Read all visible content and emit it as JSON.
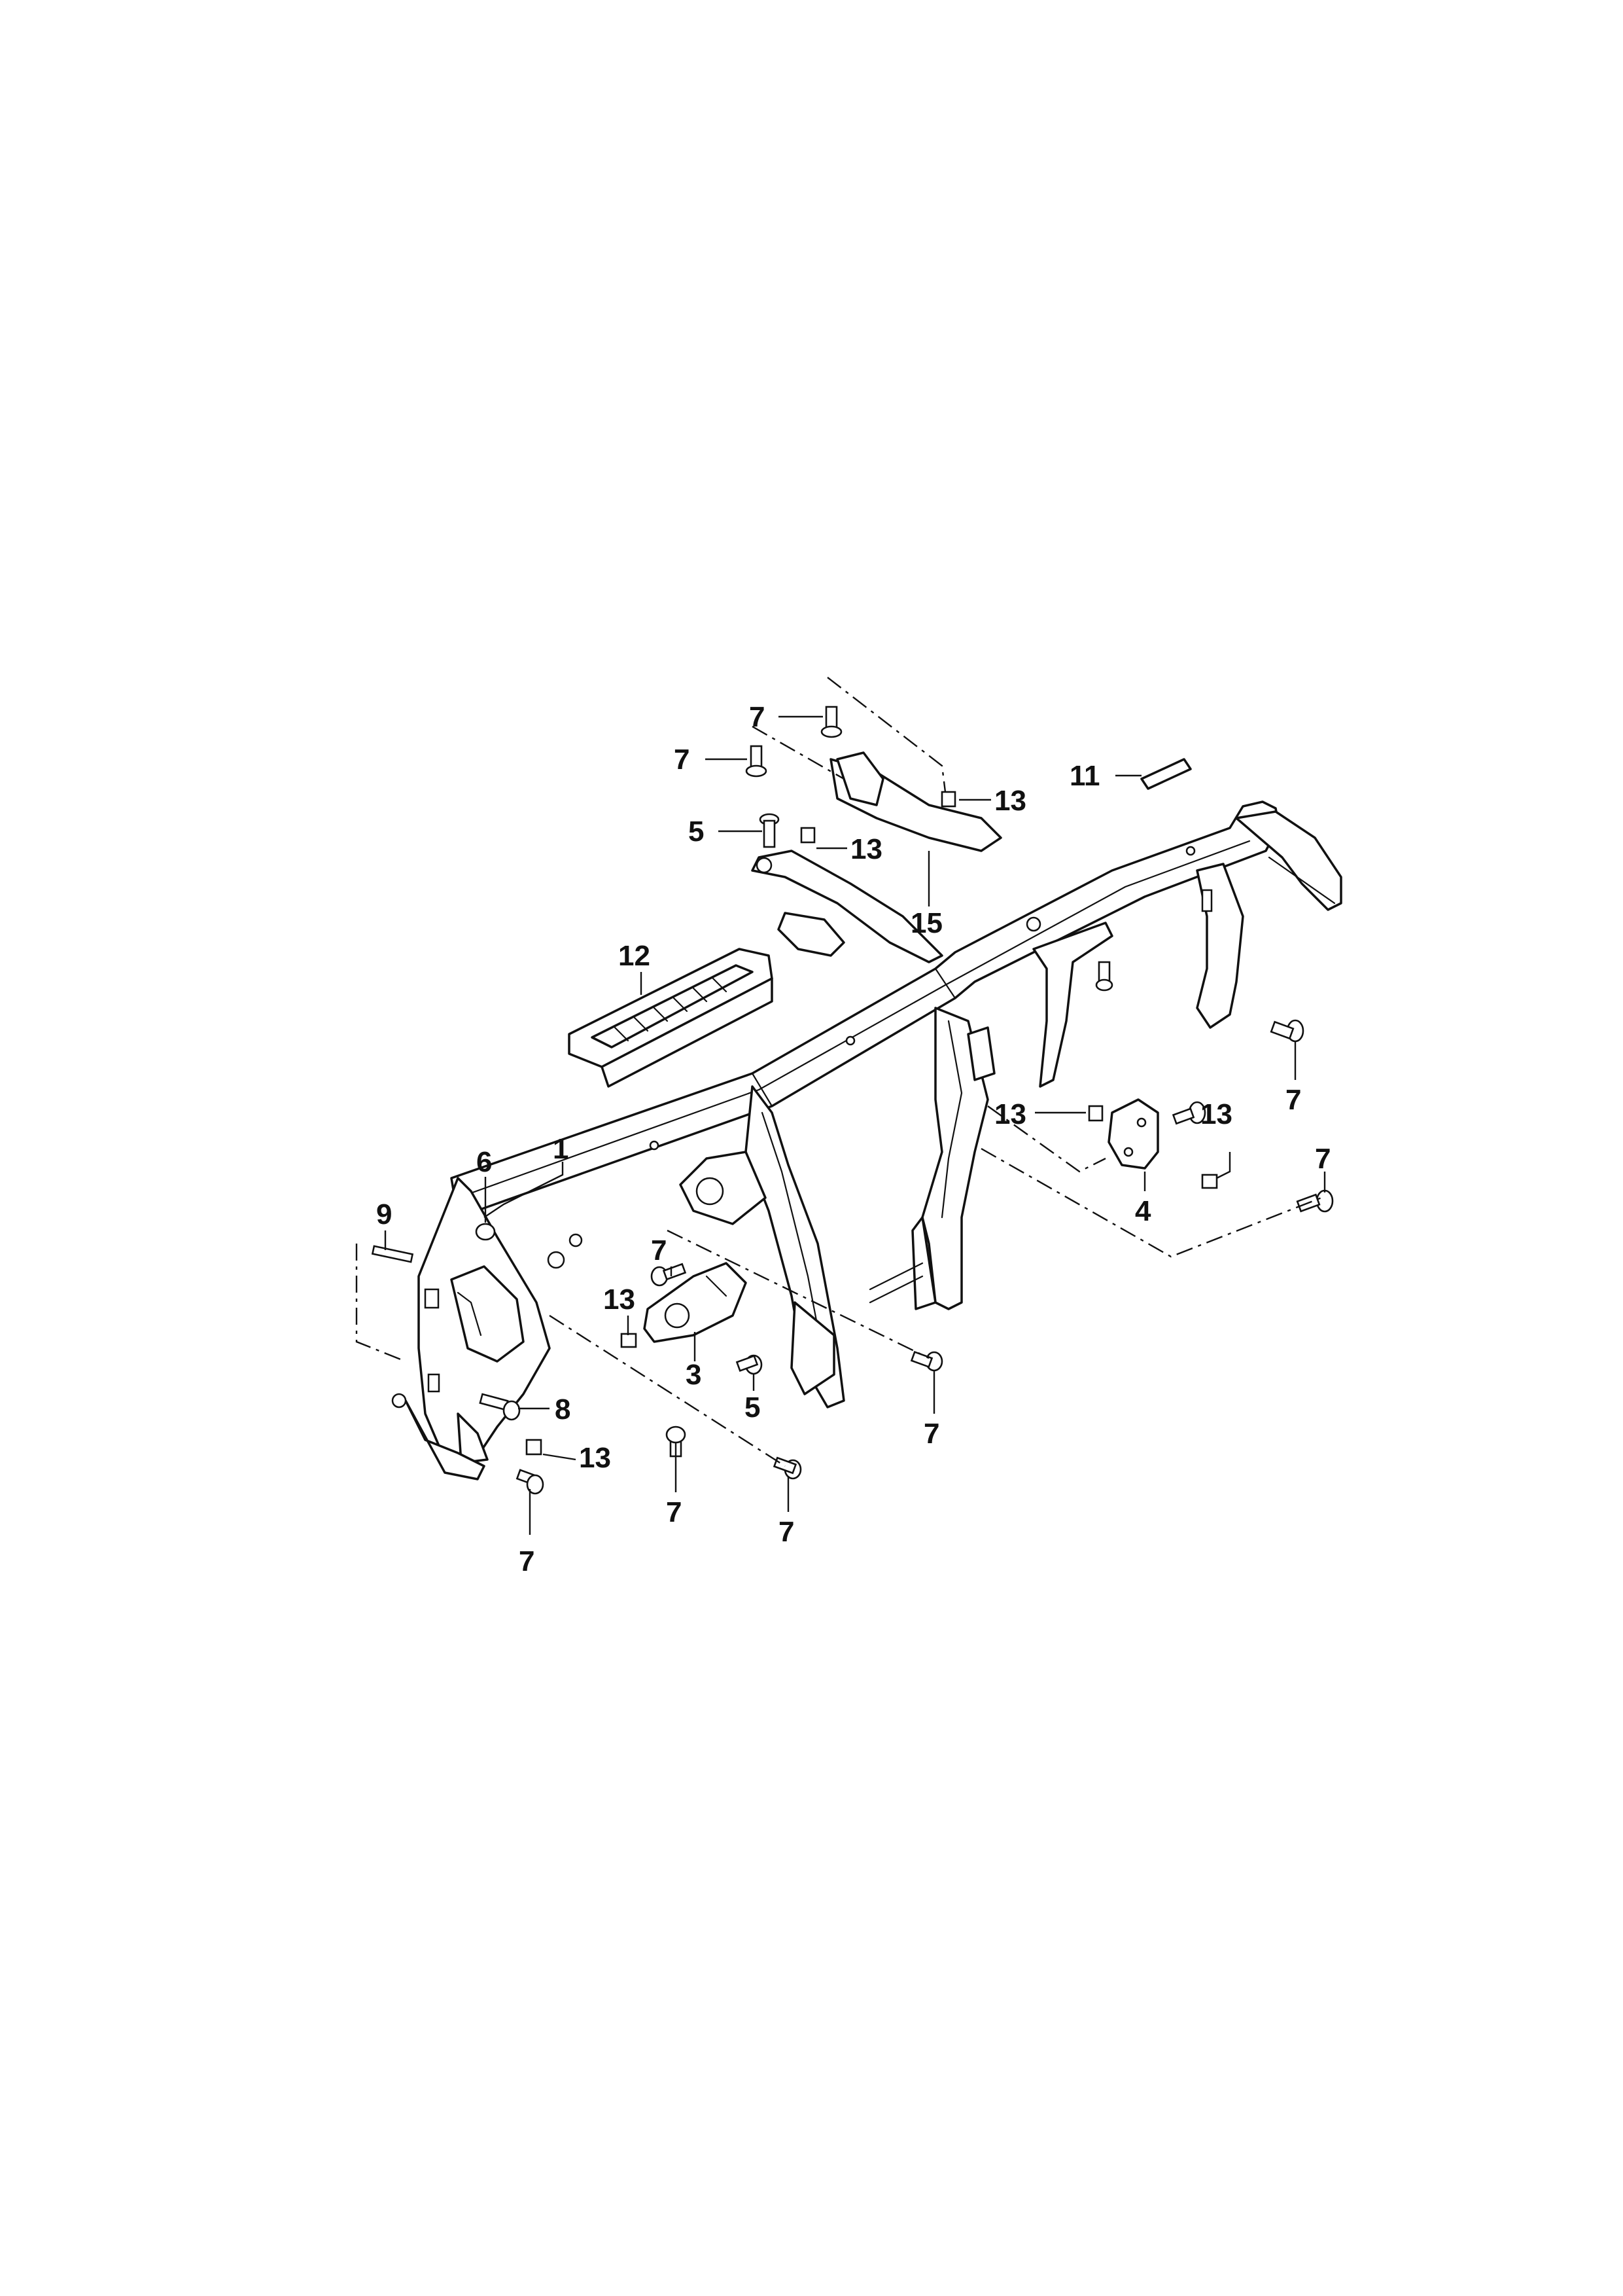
{
  "callouts": {
    "c1": "1",
    "c3": "3",
    "c4": "4",
    "c5a": "5",
    "c5b": "5",
    "c6": "6",
    "c7a": "7",
    "c7b": "7",
    "c7c": "7",
    "c7d": "7",
    "c7e": "7",
    "c7f": "7",
    "c7g": "7",
    "c7h": "7",
    "c7i": "7",
    "c8": "8",
    "c9": "9",
    "c11": "11",
    "c12": "12",
    "c13a": "13",
    "c13b": "13",
    "c13c": "13",
    "c13d": "13",
    "c13e": "13",
    "c13f": "13",
    "c15": "15"
  }
}
